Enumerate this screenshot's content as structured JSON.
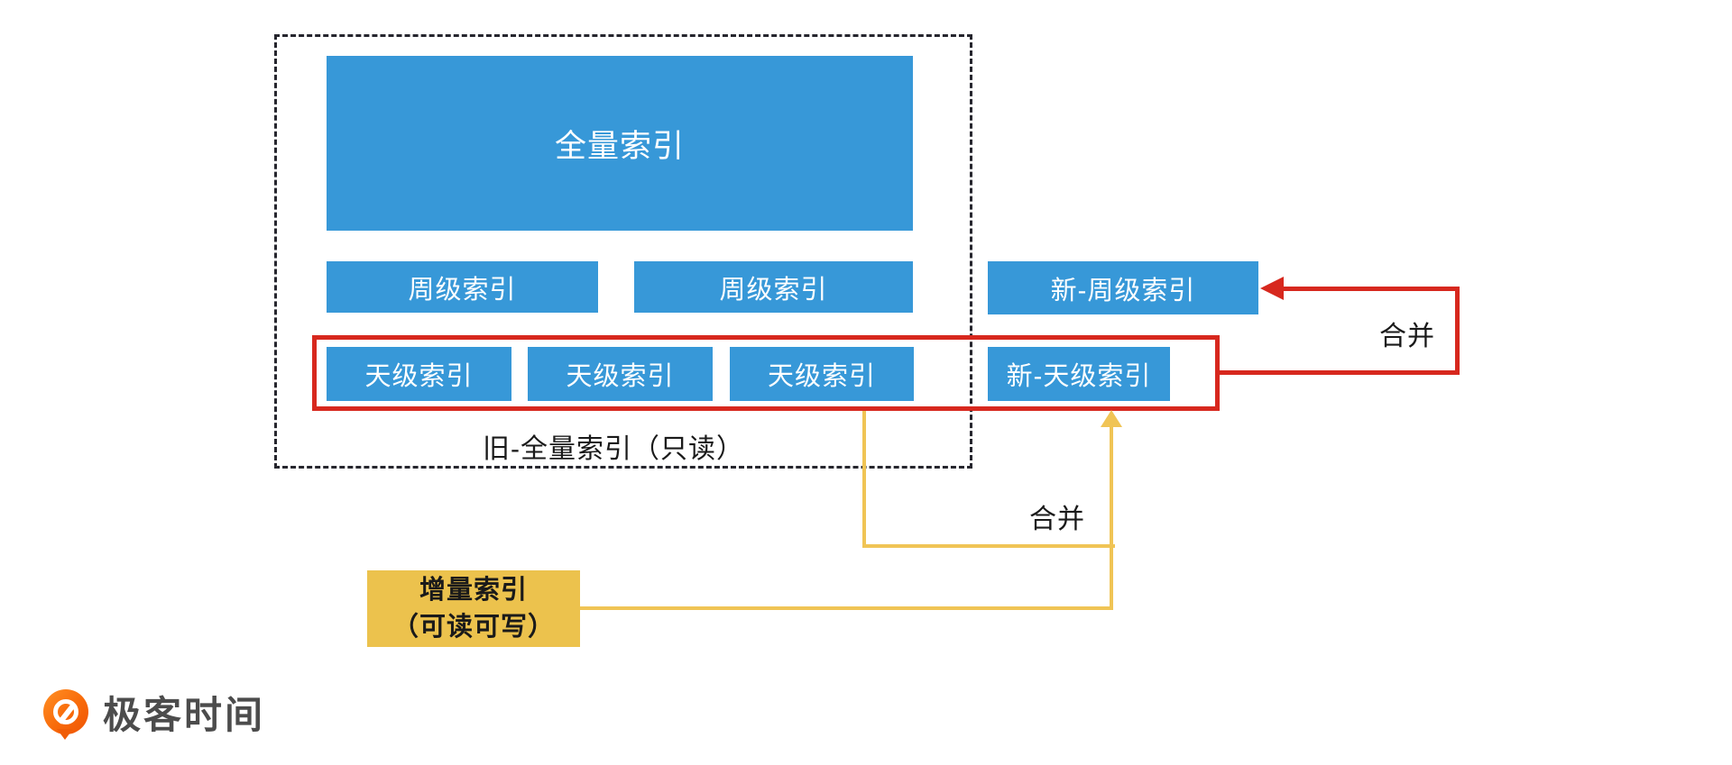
{
  "colors": {
    "box_blue": "#3798d8",
    "highlight_red": "#d7281e",
    "incremental_yellow_box": "#ecc24d",
    "merge_yellow_line": "#f0c455",
    "dashed_border": "#26262e",
    "text_dark": "#1a1a1a",
    "brand_orange": "#f86a0a",
    "brand_text_gray": "#4c4c4c"
  },
  "boxes": {
    "full_index": "全量索引",
    "week_index_1": "周级索引",
    "week_index_2": "周级索引",
    "new_week_index": "新-周级索引",
    "day_index_1": "天级索引",
    "day_index_2": "天级索引",
    "day_index_3": "天级索引",
    "new_day_index": "新-天级索引",
    "incremental_index_line1": "增量索引",
    "incremental_index_line2": "（可读可写）"
  },
  "labels": {
    "old_full_index_caption": "旧-全量索引（只读）",
    "merge_red": "合并",
    "merge_yellow": "合并"
  },
  "footer": {
    "brand": "极客时间"
  }
}
